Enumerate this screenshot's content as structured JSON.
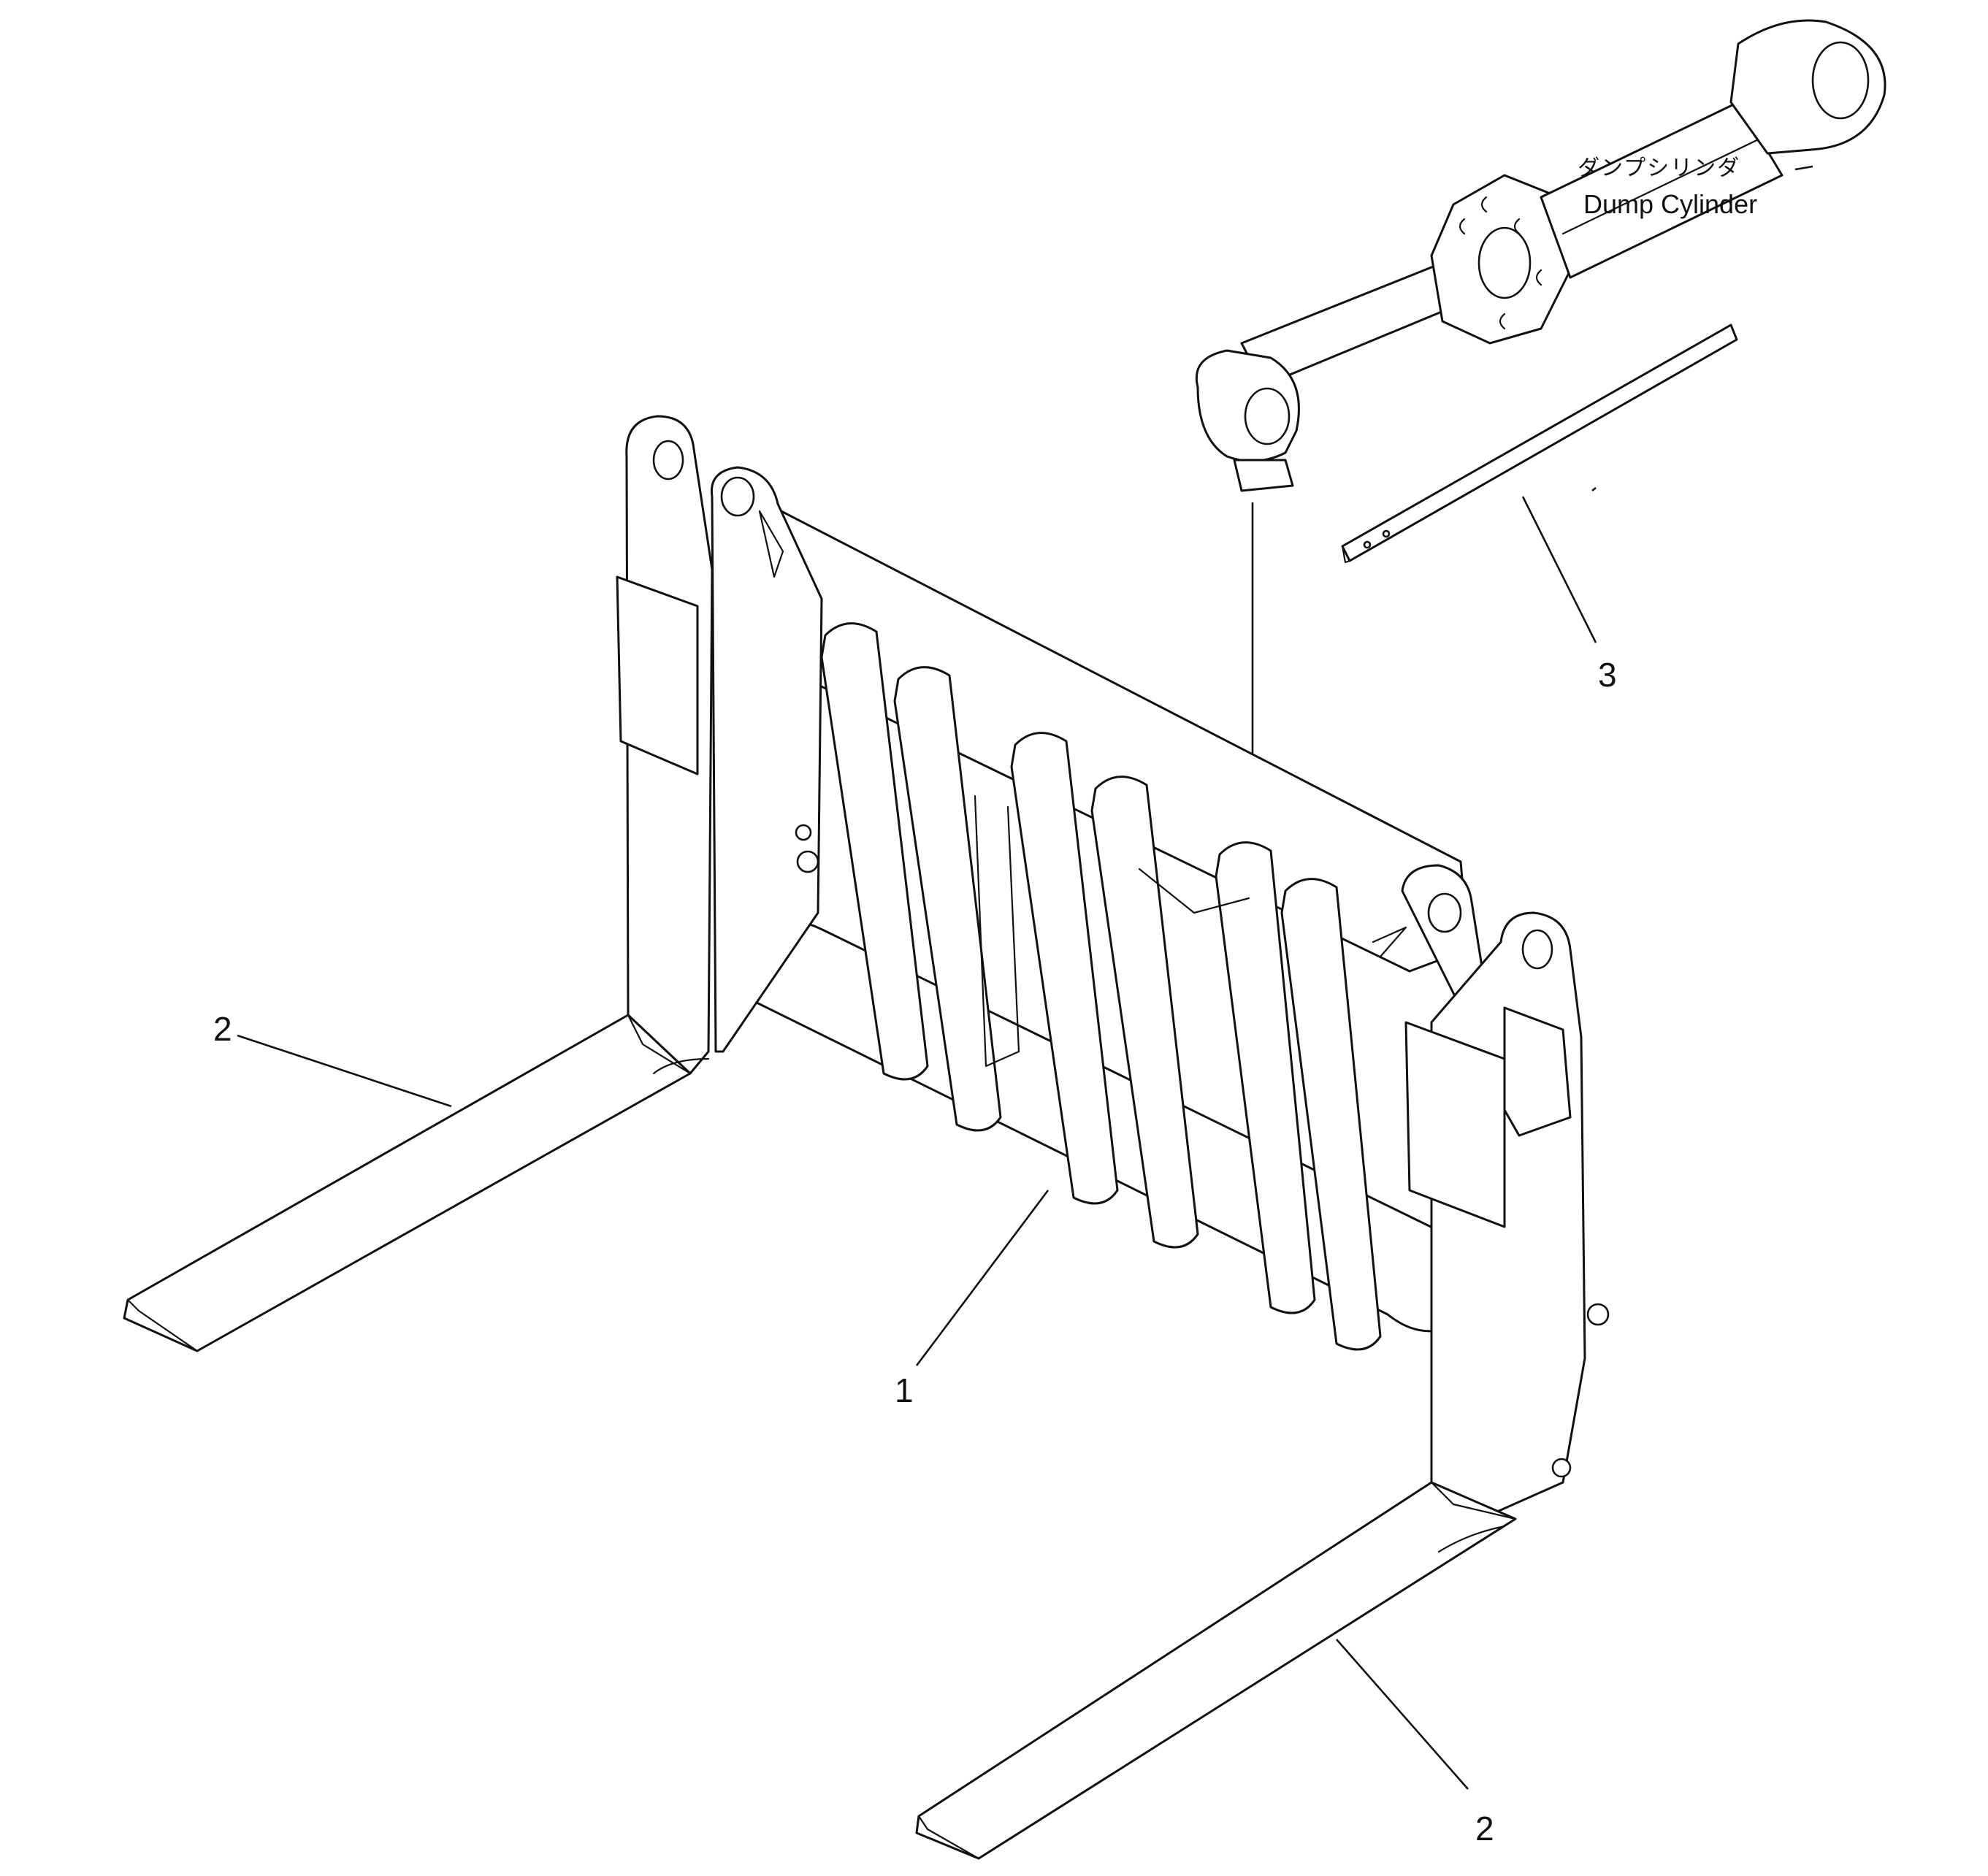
{
  "callouts": {
    "frame": "1",
    "fork_left": "2",
    "fork_right": "2",
    "bar": "3"
  },
  "cylinder_note": {
    "japanese": "ダンプシリンダ",
    "english": "Dump Cylinder"
  }
}
